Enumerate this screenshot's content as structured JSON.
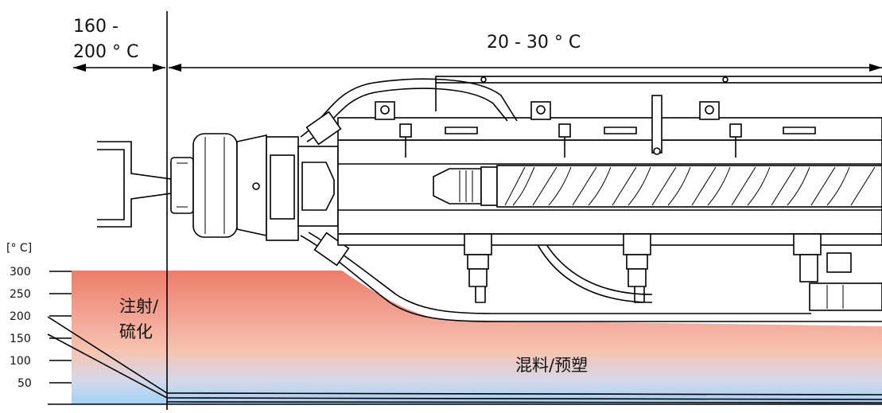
{
  "header": {
    "nozzle_temp": [
      "160 -",
      "200 ° C"
    ],
    "barrel_temp": "20 - 30 ° C"
  },
  "axis": {
    "unit": "[° C]",
    "ticks": [
      "300",
      "250",
      "200",
      "150",
      "100",
      "50"
    ]
  },
  "zones": {
    "injection": [
      "注射/",
      "硫化"
    ],
    "mixing": "混料/预塑"
  },
  "colors": {
    "hot": "#ec7d6a",
    "mid": "#f7c4b0",
    "cool": "#a9d5f4",
    "line": "#000000"
  }
}
